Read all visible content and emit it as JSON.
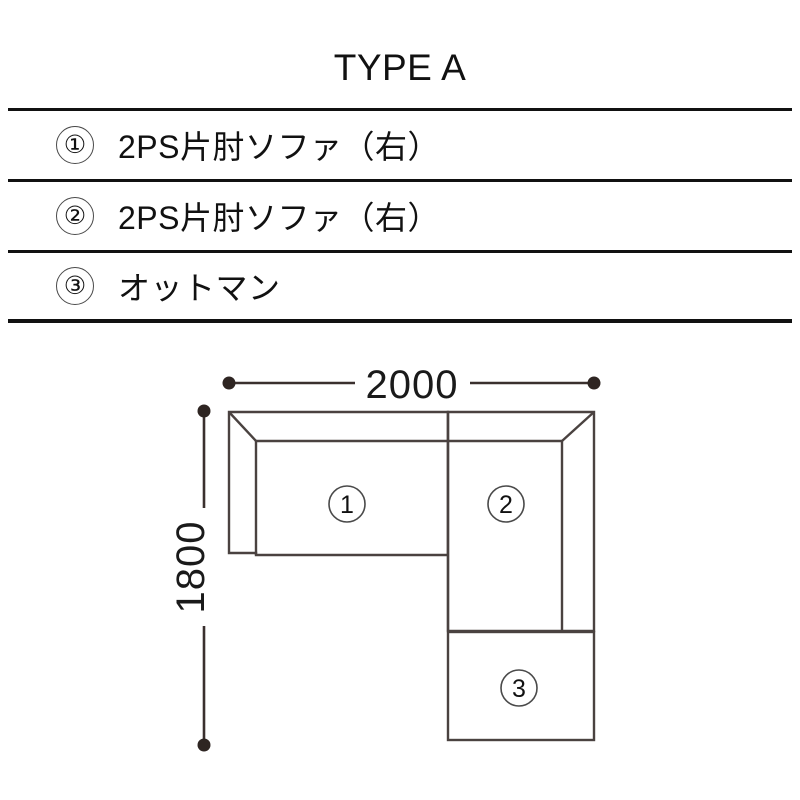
{
  "header": {
    "title": "TYPE A"
  },
  "spec_table": {
    "rows": [
      {
        "number": "①",
        "label": "2PS片肘ソファ（右）"
      },
      {
        "number": "②",
        "label": "2PS片肘ソファ（右）"
      },
      {
        "number": "③",
        "label": "オットマン"
      }
    ]
  },
  "diagram": {
    "width_dimension": "2000",
    "height_dimension": "1800",
    "piece_labels": {
      "one": "①",
      "two": "②",
      "three": "③"
    },
    "piece_numerals": {
      "one": "1",
      "two": "2",
      "three": "3"
    },
    "colors": {
      "line": "#4a4240",
      "dim_line": "#3a302e",
      "text": "#111111"
    }
  }
}
